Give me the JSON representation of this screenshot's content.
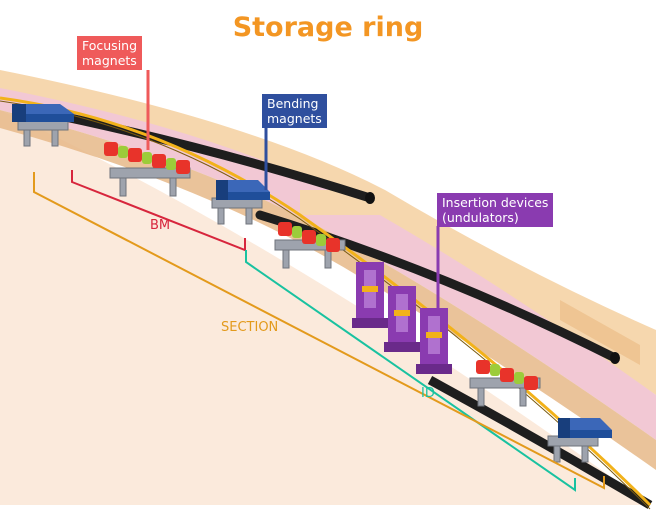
{
  "title": "Storage ring",
  "callouts": {
    "focusing": {
      "line1": "Focusing",
      "line2": "magnets",
      "color": "#ef5a5a"
    },
    "bending": {
      "line1": "Bending",
      "line2": "magnets",
      "color": "#2f4f9e"
    },
    "insertion": {
      "line1": "Insertion devices",
      "line2": "(undulators)",
      "color": "#8a3bb0"
    }
  },
  "labels": {
    "bm": {
      "text": "BM",
      "color": "#d7263d"
    },
    "section": {
      "text": "SECTION",
      "color": "#e39a1c"
    },
    "id": {
      "text": "ID",
      "color": "#19c2a0"
    }
  },
  "colors": {
    "wall_top": "#f6d7ae",
    "wall_side": "#e6b988",
    "pink_band": "#f2c8d4",
    "floor": "#fbeadc",
    "pipe": "#1e1e1e",
    "beam": "#f2b21a",
    "bending_magnet": "#1f4e9a",
    "quad_red": "#e8332a",
    "quad_green": "#9ccc3a",
    "girder": "#9ea3ad",
    "undulator": "#8a3bb0"
  }
}
